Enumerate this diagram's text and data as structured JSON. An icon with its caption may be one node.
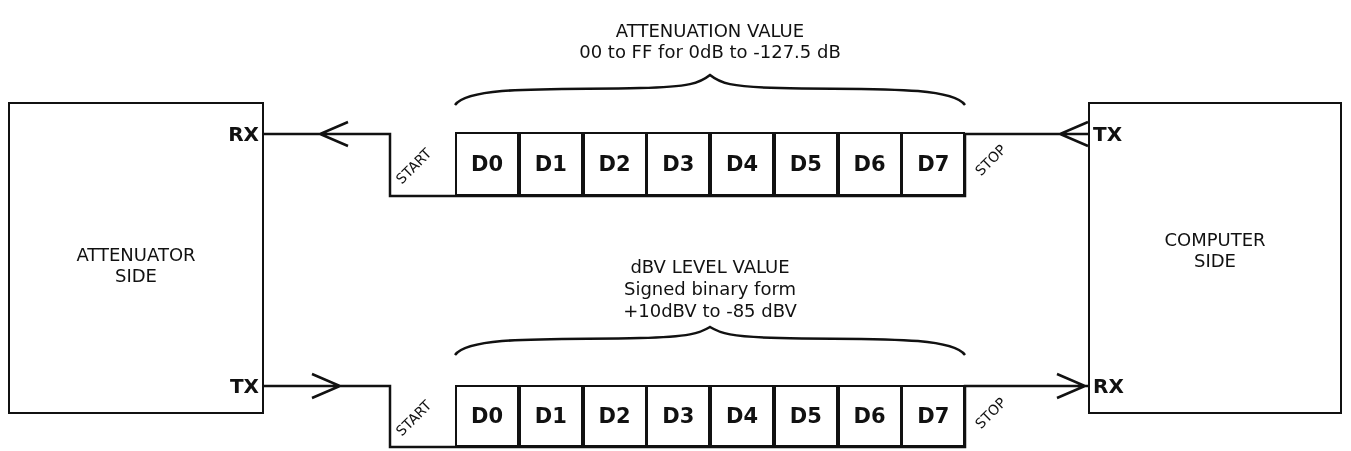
{
  "diagram": {
    "nodes": [
      {
        "text": [
          "ATTENUATOR SIDE"
        ]
      },
      {
        "text": [
          "RX"
        ],
        "in": 0
      },
      {
        "text": [
          "TX"
        ],
        "in": 0
      },
      {
        "text": [
          "COMPUTER SIDE"
        ]
      },
      {
        "text": [
          "TX"
        ],
        "in": 3
      },
      {
        "text": [
          "RX"
        ],
        "in": 3
      }
    ],
    "edges": [
      {
        "from": 4,
        "to": 1,
        "arrow": "to"
      },
      {
        "from": 2,
        "to": 5,
        "arrow": "to"
      }
    ],
    "labels": [
      "ATTENUATION VALUE",
      "00 to FF for 0dB to -127.5 dB",
      "START",
      "D0",
      "D1",
      "D2",
      "D3",
      "D4",
      "D5",
      "D6",
      "D7",
      "STOP",
      "dBV LEVEL VALUE",
      "Signed binary form",
      "+10dBV to -85 dBV",
      "START",
      "D0",
      "D1",
      "D2",
      "D3",
      "D4",
      "D5",
      "D6",
      "D7",
      "STOP"
    ]
  }
}
